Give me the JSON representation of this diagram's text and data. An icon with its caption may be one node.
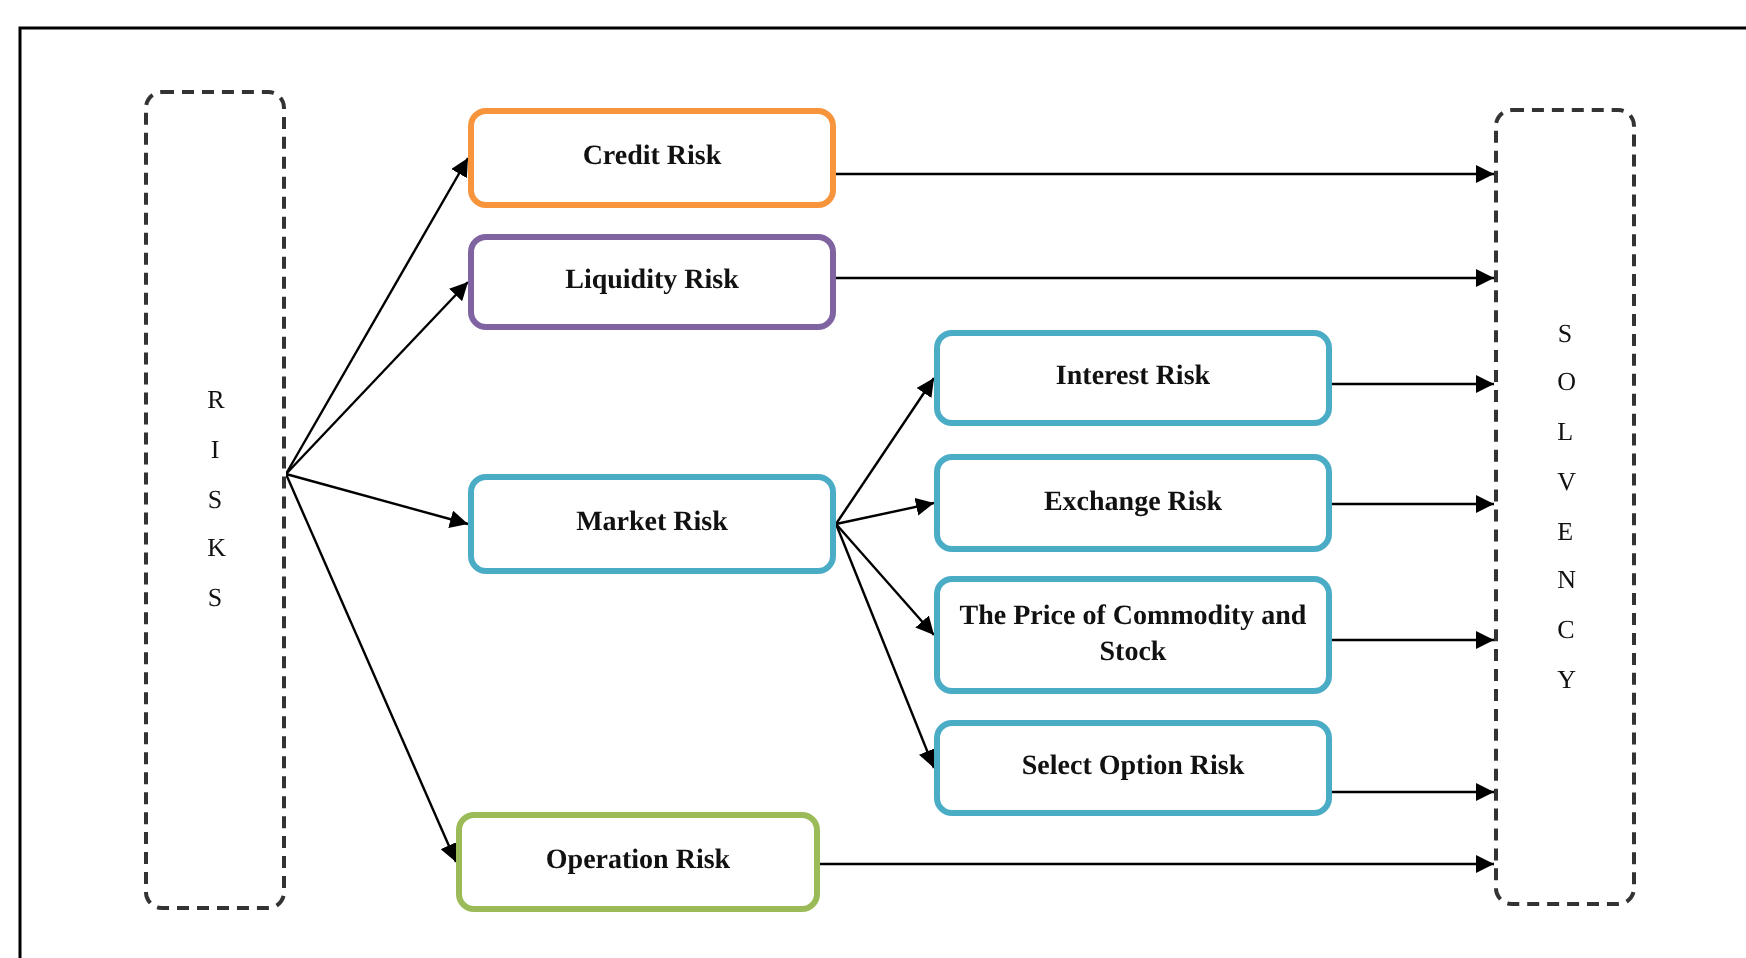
{
  "diagram": {
    "nodes": [
      {
        "text": [
          "RISKS"
        ]
      },
      {
        "text": [
          "Credit Risk"
        ]
      },
      {
        "text": [
          "Liquidity Risk"
        ]
      },
      {
        "text": [
          "Market Risk"
        ]
      },
      {
        "text": [
          "Interest Risk"
        ]
      },
      {
        "text": [
          "Exchange Risk"
        ]
      },
      {
        "text": [
          "The Price of Commodity and Stock"
        ]
      },
      {
        "text": [
          "Select Option Risk"
        ]
      },
      {
        "text": [
          "Operation Risk"
        ]
      },
      {
        "text": [
          "SOLVENCY"
        ]
      }
    ],
    "edges": [
      {
        "from": 0,
        "to": 1,
        "arrow": "to"
      },
      {
        "from": 0,
        "to": 2,
        "arrow": "to"
      },
      {
        "from": 0,
        "to": 3,
        "arrow": "to"
      },
      {
        "from": 0,
        "to": 8,
        "arrow": "to"
      },
      {
        "from": 3,
        "to": 4,
        "arrow": "to"
      },
      {
        "from": 3,
        "to": 5,
        "arrow": "to"
      },
      {
        "from": 3,
        "to": 6,
        "arrow": "to"
      },
      {
        "from": 3,
        "to": 7,
        "arrow": "to"
      },
      {
        "from": 1,
        "to": 9,
        "arrow": "to"
      },
      {
        "from": 2,
        "to": 9,
        "arrow": "to"
      },
      {
        "from": 4,
        "to": 9,
        "arrow": "to"
      },
      {
        "from": 5,
        "to": 9,
        "arrow": "to"
      },
      {
        "from": 6,
        "to": 9,
        "arrow": "to"
      },
      {
        "from": 7,
        "to": 9,
        "arrow": "to"
      },
      {
        "from": 8,
        "to": 9,
        "arrow": "to"
      }
    ]
  }
}
